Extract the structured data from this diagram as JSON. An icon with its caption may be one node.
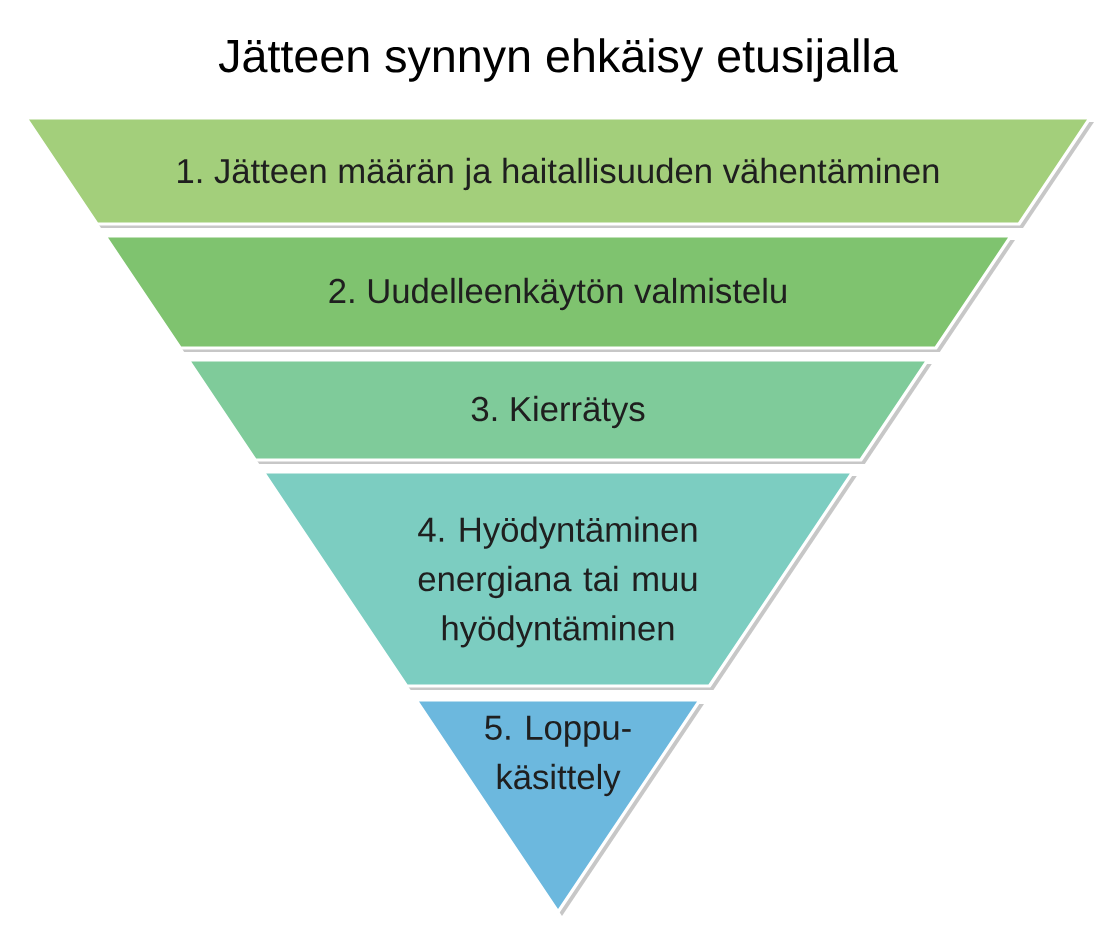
{
  "diagram": {
    "title": "Jätteen synnyn ehkäisy etusijalla",
    "nodes": [
      {
        "text": [
          "1. Jätteen määrän ja haitallisuuden vähentäminen"
        ]
      },
      {
        "text": [
          "2. Uudelleenkäytön valmistelu"
        ]
      },
      {
        "text": [
          "3. Kierrätys"
        ]
      },
      {
        "text": [
          "4. Hyödyntäminen energiana tai muu hyödyntäminen"
        ]
      },
      {
        "text": [
          "5. Loppu- käsittely"
        ]
      }
    ]
  }
}
